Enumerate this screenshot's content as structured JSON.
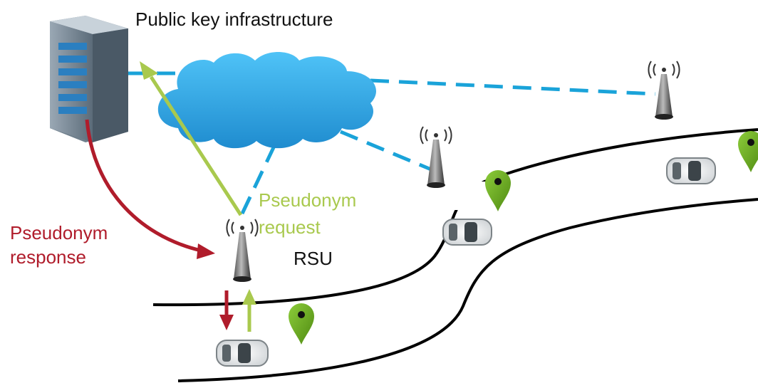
{
  "labels": {
    "title": "Public  key infrastructure",
    "response_line1": "Pseudonym",
    "response_line2": "response",
    "request_line1": "Pseudonym",
    "request_line2": "request",
    "rsu": "RSU"
  },
  "colors": {
    "response": "#b01c2b",
    "request": "#a9c94e",
    "link": "#1aa3d9",
    "cloud": "#3aa8e0",
    "pin": "#6aa61f"
  },
  "icons": [
    "server-icon",
    "cloud-icon",
    "antenna-tower-icon",
    "car-icon",
    "location-pin-icon"
  ]
}
